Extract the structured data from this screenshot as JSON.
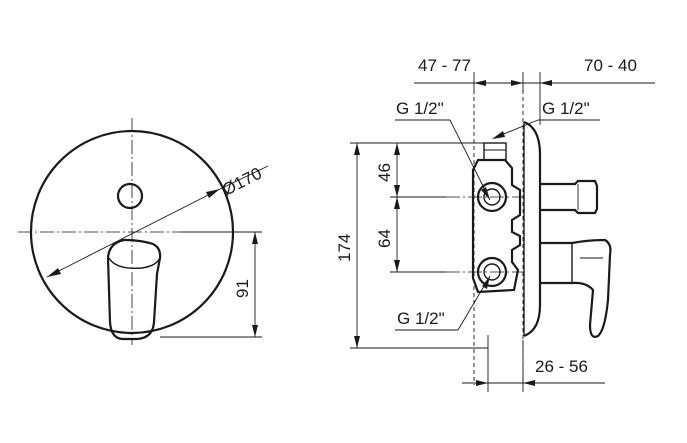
{
  "dimensions": {
    "diameter": "Ø170",
    "height_91": "91",
    "height_174": "174",
    "spacing_46": "46",
    "spacing_64": "64",
    "depth_47_77": "47 - 77",
    "depth_70_40": "70 - 40",
    "depth_26_56": "26 - 56"
  },
  "threads": {
    "top_left": "G 1/2\"",
    "top_right": "G 1/2\"",
    "bottom": "G 1/2\""
  }
}
